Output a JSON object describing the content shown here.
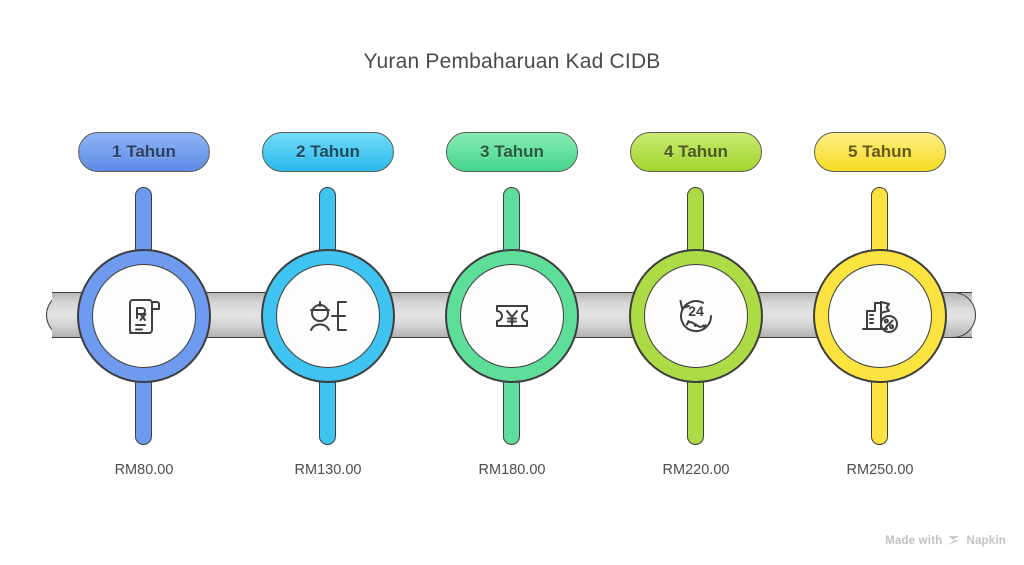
{
  "title": "Yuran Pembaharuan Kad CIDB",
  "watermark": {
    "text_before": "Made with",
    "brand": "Napkin",
    "logo_icon": "napkin-logo-icon"
  },
  "rail": {
    "left_cap_icon": "rail-left-cap",
    "right_cap_icon": "rail-right-cap",
    "color": "#d6d6d6",
    "outline": "#3e3e3e"
  },
  "steps": [
    {
      "label": "1 Tahun",
      "price": "RM80.00",
      "ring_color": "#6E9BEF",
      "pill_from": "#8fb4f6",
      "pill_to": "#5d8ce8",
      "pill_text_color": "#2f3f63",
      "icon": "prescription-document-icon"
    },
    {
      "label": "2 Tahun",
      "price": "RM130.00",
      "ring_color": "#3FC3F0",
      "pill_from": "#73dcf8",
      "pill_to": "#29b9ec",
      "pill_text_color": "#1d4a5c",
      "icon": "construction-worker-checklist-icon"
    },
    {
      "label": "3 Tahun",
      "price": "RM180.00",
      "ring_color": "#5FDE9B",
      "pill_from": "#86ecb3",
      "pill_to": "#45d68c",
      "pill_text_color": "#2a5a42",
      "icon": "yen-ticket-voucher-icon"
    },
    {
      "label": "4 Tahun",
      "price": "RM220.00",
      "ring_color": "#ADDB45",
      "pill_from": "#c9ea72",
      "pill_to": "#a2d62f",
      "pill_text_color": "#4c5a22",
      "icon": "twenty-four-hour-wrench-icon"
    },
    {
      "label": "5 Tahun",
      "price": "RM250.00",
      "ring_color": "#FCE33F",
      "pill_from": "#fdef84",
      "pill_to": "#f9dc21",
      "pill_text_color": "#6a5a12",
      "icon": "building-flag-percent-icon"
    }
  ]
}
